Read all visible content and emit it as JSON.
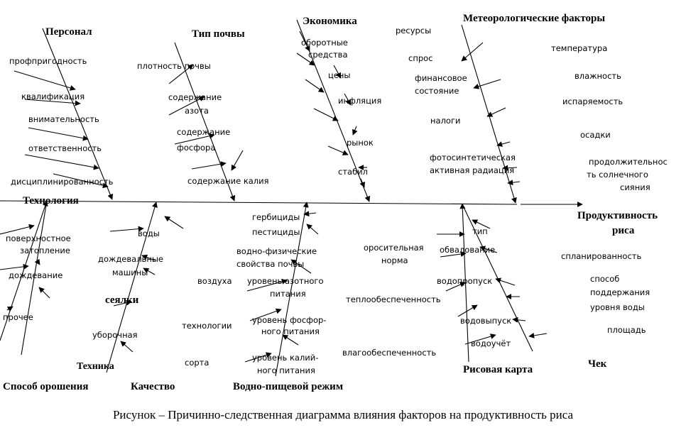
{
  "caption": "Рисунок – Причинно-следственная диаграмма влияния факторов на продуктивность риса",
  "effect": [
    "Продуктивность",
    "риса"
  ],
  "categories": {
    "personnel": "Персонал",
    "soil_type": "Тип почвы",
    "economy": "Экономика",
    "meteo": "Метеорологические факторы",
    "technology": "Технология",
    "seedlings": "сеялки",
    "equipment": "Техника",
    "irrigation_method": "Способ орошения",
    "quality": "Качество",
    "water_regime": "Водно-пищевой режим",
    "rice_map": "Рисовая карта",
    "check": "Чек"
  },
  "personnel_items": [
    "профпригодность",
    "квалификация",
    "внимательность",
    "ответственность",
    "дисциплинированность"
  ],
  "soil_items": [
    "плотность почвы",
    "содержание",
    "азота",
    "содержание",
    "фосфора",
    "содержание калия"
  ],
  "economy_items": [
    "оборотные",
    "средства",
    "цены",
    "инфляция",
    "рынок",
    "стабил"
  ],
  "economy_extra": [
    "ресурсы",
    "спрос",
    "финансовое",
    "состояние",
    "налоги",
    "фотосинтетическая",
    "активная радиация"
  ],
  "meteo_items": [
    "температура",
    "влажность",
    "испаряемость",
    "осадки",
    "продолжительнос",
    "ть солнечного",
    "сияния"
  ],
  "technology_items": [
    "поверхностное",
    "затопление",
    "дождевание",
    "прочее"
  ],
  "equipment_items": [
    "воды",
    "дождевальные",
    "машины",
    "уборочная"
  ],
  "quality_items": [
    "воздуха",
    "технологии",
    "сорта"
  ],
  "water_items": [
    "гербициды",
    "пестициды",
    "водно-физические",
    "свойства почвы",
    "уровень азотного",
    "питания",
    "уровень фосфор-",
    "ного питания",
    "уровень калий-",
    "ного питания"
  ],
  "middle_items": [
    "оросительная",
    "норма",
    "теплообеспеченность",
    "влагообеспеченность"
  ],
  "rice_map_items": [
    "тип",
    "обвалование",
    "водопропуск",
    "водовыпуск",
    "водоучёт"
  ],
  "check_items": [
    "спланированность",
    "способ",
    "поддержания",
    "уровня воды",
    "площадь"
  ]
}
